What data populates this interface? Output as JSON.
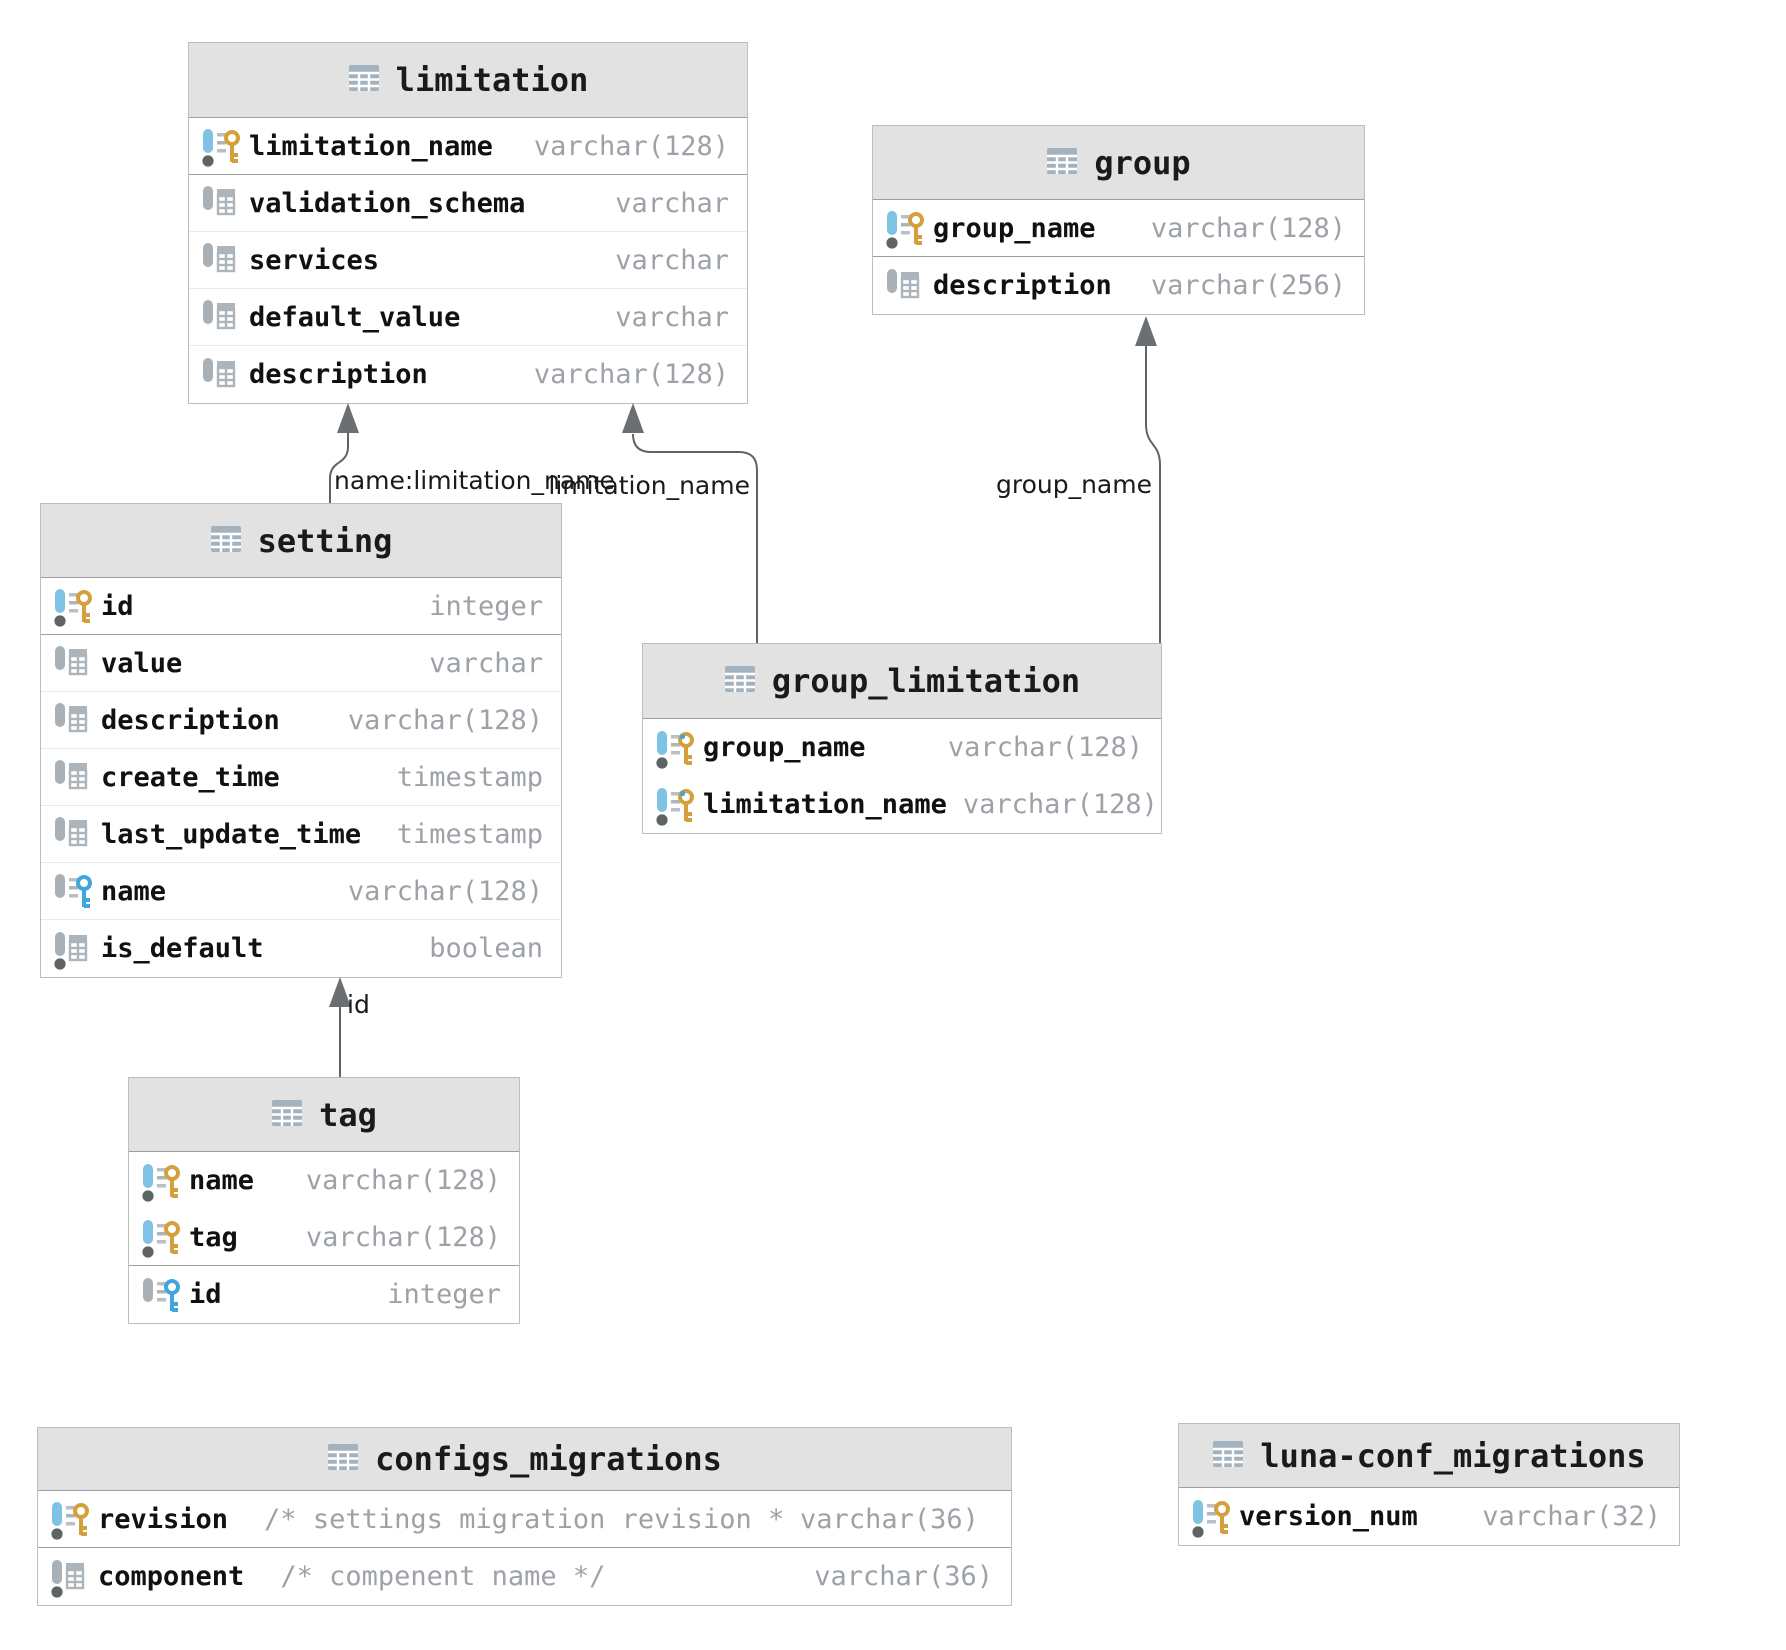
{
  "diagram": {
    "kind": "database-er-diagram",
    "colors": {
      "header_bg": "#e2e2e2",
      "table_border": "#bdbdbd",
      "key_gold": "#d3a03c",
      "key_blue": "#3ea6dc",
      "bar_blue": "#7ec3e4",
      "bar_gray": "#a9b0b6",
      "dot_gray": "#5e6366",
      "type_text": "#9da2a8",
      "arrow_line": "#5f6368",
      "arrow_head": "#6b6f73"
    },
    "tables": [
      {
        "id": "limitation",
        "title": "limitation",
        "header_icon": "table-icon",
        "columns": [
          {
            "name": "limitation_name",
            "type": "varchar(128)",
            "icon": "primary-key-icon",
            "section_end": "key"
          },
          {
            "name": "validation_schema",
            "type": "varchar",
            "icon": "column-icon"
          },
          {
            "name": "services",
            "type": "varchar",
            "icon": "column-icon"
          },
          {
            "name": "default_value",
            "type": "varchar",
            "icon": "column-icon"
          },
          {
            "name": "description",
            "type": "varchar(128)",
            "icon": "column-icon"
          }
        ]
      },
      {
        "id": "group",
        "title": "group",
        "header_icon": "table-icon",
        "columns": [
          {
            "name": "group_name",
            "type": "varchar(128)",
            "icon": "primary-key-icon",
            "section_end": "key"
          },
          {
            "name": "description",
            "type": "varchar(256)",
            "icon": "column-icon"
          }
        ]
      },
      {
        "id": "setting",
        "title": "setting",
        "header_icon": "table-icon",
        "columns": [
          {
            "name": "id",
            "type": "integer",
            "icon": "primary-key-icon",
            "section_end": "key"
          },
          {
            "name": "value",
            "type": "varchar",
            "icon": "column-icon"
          },
          {
            "name": "description",
            "type": "varchar(128)",
            "icon": "column-icon"
          },
          {
            "name": "create_time",
            "type": "timestamp",
            "icon": "column-icon"
          },
          {
            "name": "last_update_time",
            "type": "timestamp",
            "icon": "column-icon"
          },
          {
            "name": "name",
            "type": "varchar(128)",
            "icon": "foreign-key-icon"
          },
          {
            "name": "is_default",
            "type": "boolean",
            "icon": "column-notnull-icon"
          }
        ]
      },
      {
        "id": "group_limitation",
        "title": "group_limitation",
        "header_icon": "table-icon",
        "columns": [
          {
            "name": "group_name",
            "type": "varchar(128)",
            "icon": "primary-foreign-key-icon"
          },
          {
            "name": "limitation_name",
            "type": "varchar(128)",
            "icon": "primary-foreign-key-icon"
          }
        ]
      },
      {
        "id": "tag",
        "title": "tag",
        "header_icon": "table-icon",
        "columns": [
          {
            "name": "name",
            "type": "varchar(128)",
            "icon": "primary-key-icon"
          },
          {
            "name": "tag",
            "type": "varchar(128)",
            "icon": "primary-key-icon",
            "section_end": "key"
          },
          {
            "name": "id",
            "type": "integer",
            "icon": "foreign-key-icon"
          }
        ]
      },
      {
        "id": "configs_migrations",
        "title": "configs_migrations",
        "header_icon": "table-icon",
        "columns": [
          {
            "name": "revision",
            "comment": "/* settings migration revision */",
            "type": "varchar(36)",
            "icon": "primary-key-icon",
            "section_end": "key"
          },
          {
            "name": "component",
            "comment": "/* compenent name */",
            "type": "varchar(36)",
            "icon": "column-notnull-icon"
          }
        ]
      },
      {
        "id": "luna-conf_migrations",
        "title": "luna-conf_migrations",
        "header_icon": "table-icon",
        "columns": [
          {
            "name": "version_num",
            "type": "varchar(32)",
            "icon": "primary-key-icon"
          }
        ]
      }
    ],
    "relationships": [
      {
        "id": "setting-limitation",
        "from": "setting",
        "to": "limitation",
        "label": "name:limitation_name"
      },
      {
        "id": "group_limitation-limitation",
        "from": "group_limitation",
        "to": "limitation",
        "label": "limitation_name"
      },
      {
        "id": "group_limitation-group",
        "from": "group_limitation",
        "to": "group",
        "label": "group_name"
      },
      {
        "id": "tag-setting",
        "from": "tag",
        "to": "setting",
        "label": "id"
      }
    ]
  }
}
